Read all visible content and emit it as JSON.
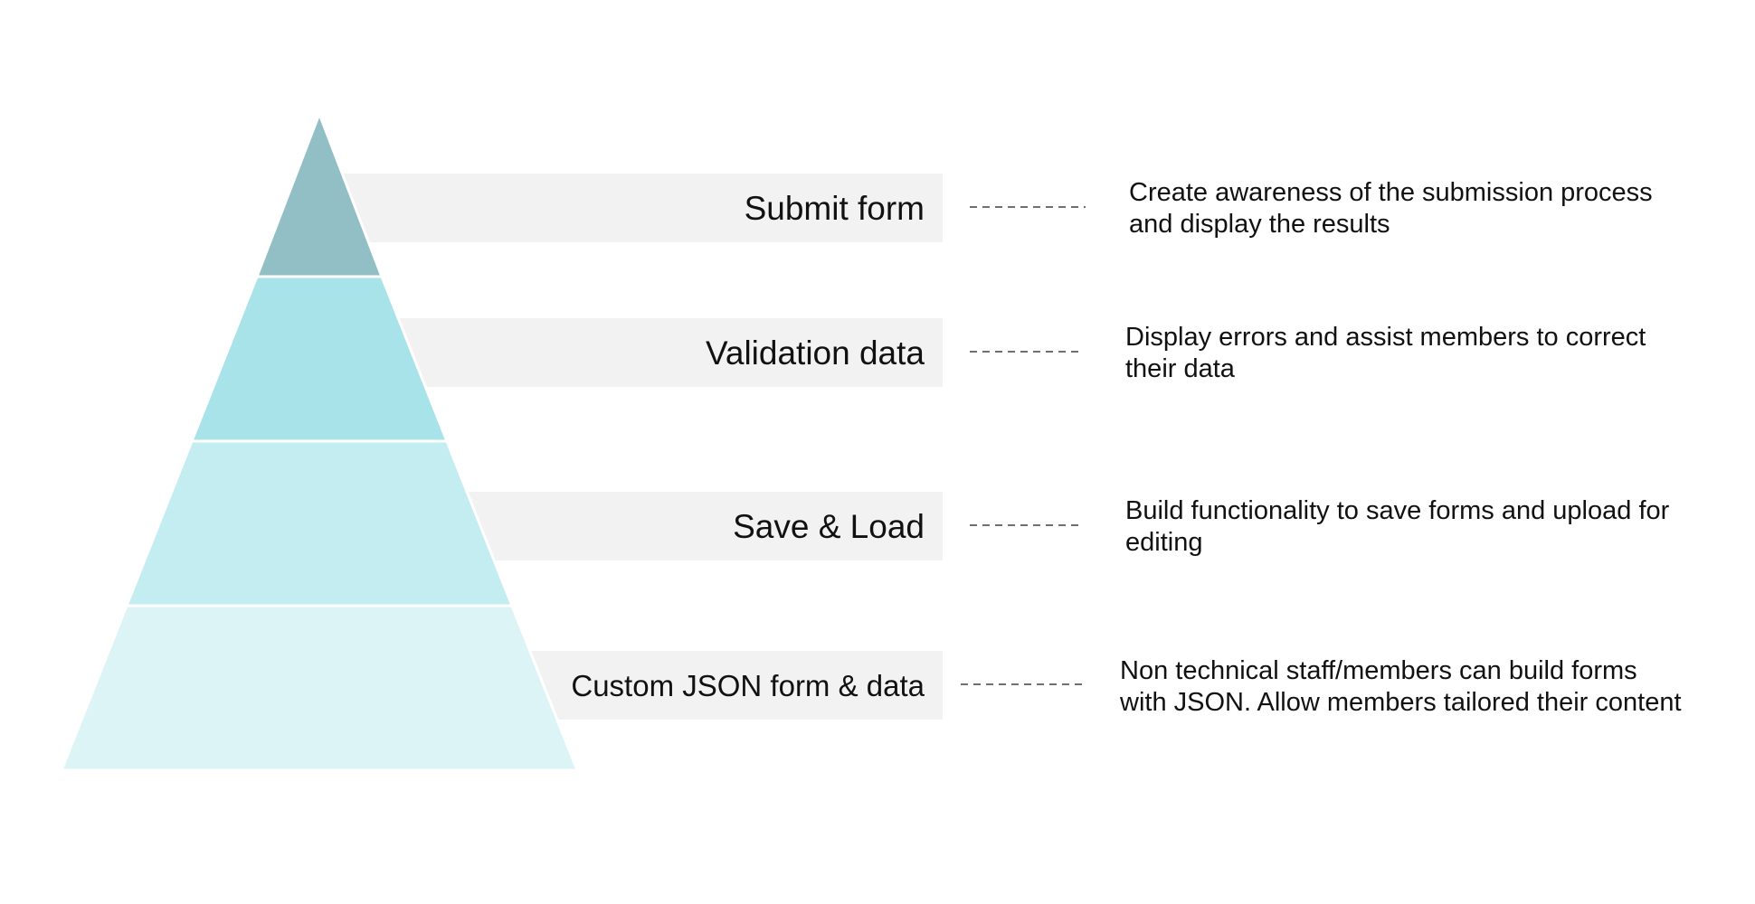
{
  "pyramid": {
    "tiers": [
      {
        "id": "submit",
        "label": "Submit form",
        "color": "#92bec5",
        "description": [
          "Create awareness of the submission process",
          "and display the results"
        ]
      },
      {
        "id": "validation",
        "label": "Validation data",
        "color": "#a8e3ea",
        "description": [
          "Display errors and assist members to correct",
          "their data"
        ]
      },
      {
        "id": "save",
        "label": "Save & Load",
        "color": "#c4edf1",
        "description": [
          "Build functionality to save forms and upload for",
          "editing"
        ]
      },
      {
        "id": "custom",
        "label": "Custom JSON form & data",
        "color": "#dcf4f6",
        "description": [
          "Non technical staff/members can build forms",
          "with JSON. Allow members tailored their content"
        ]
      }
    ]
  }
}
